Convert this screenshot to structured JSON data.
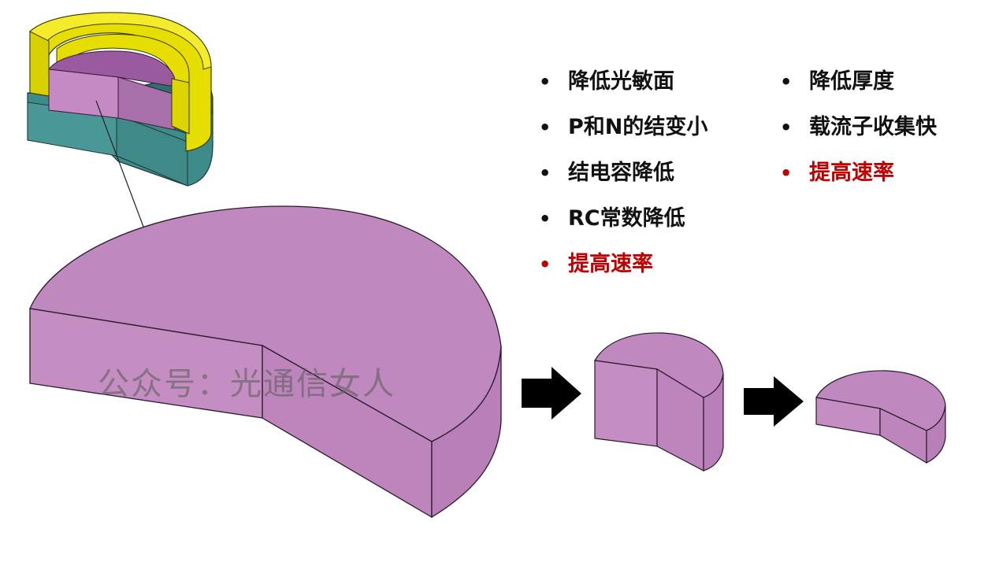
{
  "bullets_left": [
    {
      "text": "降低光敏面",
      "highlight": false
    },
    {
      "text": "P和N的结变小",
      "highlight": false
    },
    {
      "text": "结电容降低",
      "highlight": false
    },
    {
      "text": "RC常数降低",
      "highlight": false
    },
    {
      "text": "提高速率",
      "highlight": true
    }
  ],
  "bullets_right": [
    {
      "text": "降低厚度",
      "highlight": false
    },
    {
      "text": "载流子收集快",
      "highlight": false
    },
    {
      "text": "提高速率",
      "highlight": true
    }
  ],
  "bullet_glyph": "•",
  "watermark": "公众号：光通信女人",
  "colors": {
    "disk_fill": "#bf88be",
    "disk_top_dark": "#9a5aa0",
    "electrode": "#e8e000",
    "substrate": "#3d8f8c",
    "highlight_text": "#c00000",
    "arrow": "#000000"
  }
}
